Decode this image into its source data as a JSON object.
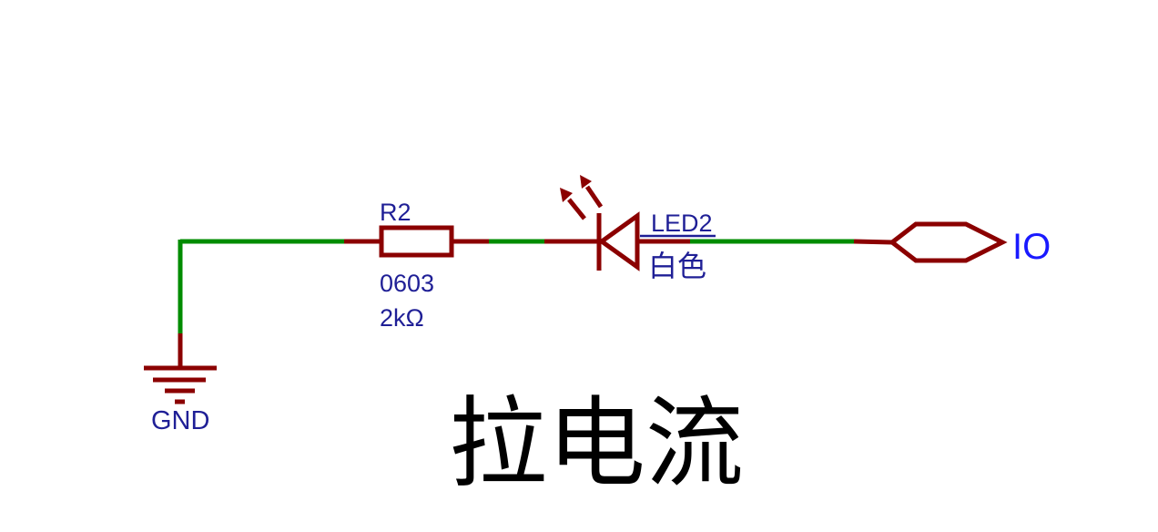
{
  "diagram": {
    "title": "拉电流",
    "type": "schematic",
    "colors": {
      "wire_green": "#008C00",
      "component_dark_red": "#8B0000",
      "label_navy": "#1F1F96",
      "port_blue": "#1A1AFF",
      "title_black": "#000000",
      "background": "#FFFFFF"
    },
    "ground": {
      "net_label": "GND"
    },
    "resistor": {
      "designator": "R2",
      "package": "0603",
      "value": "2kΩ"
    },
    "led": {
      "designator": "LED2",
      "color_note": "白色"
    },
    "io_port": {
      "label": "IO"
    }
  }
}
